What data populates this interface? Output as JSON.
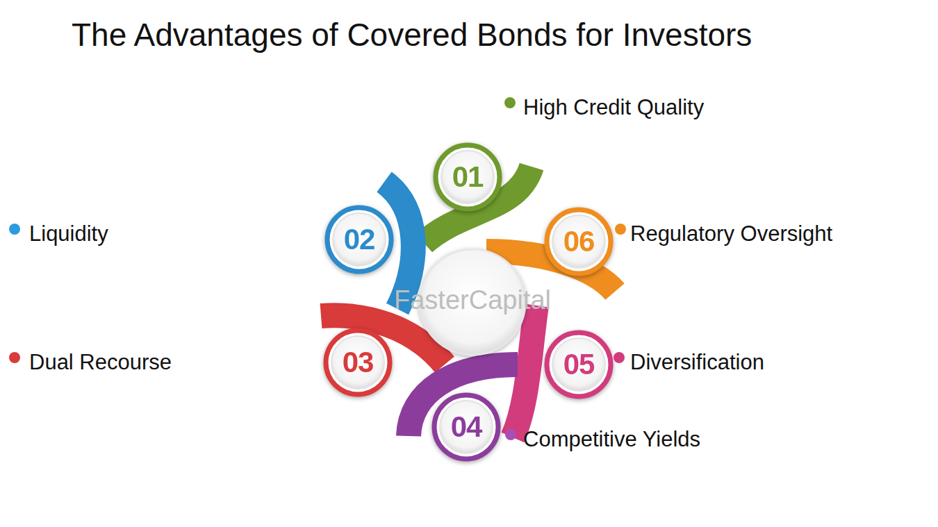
{
  "diagram": {
    "title": "The Advantages of Covered Bonds for Investors",
    "nodes": [
      {
        "text": [
          "01"
        ]
      },
      {
        "text": [
          "02"
        ]
      },
      {
        "text": [
          "03"
        ]
      },
      {
        "text": [
          "04"
        ]
      },
      {
        "text": [
          "05"
        ]
      },
      {
        "text": [
          "06"
        ]
      }
    ],
    "labels": [
      "High Credit Quality",
      "Liquidity",
      "Regulatory Oversight",
      "Dual Recourse",
      "Diversification",
      "Competitive Yields",
      "FasterCapital"
    ]
  }
}
